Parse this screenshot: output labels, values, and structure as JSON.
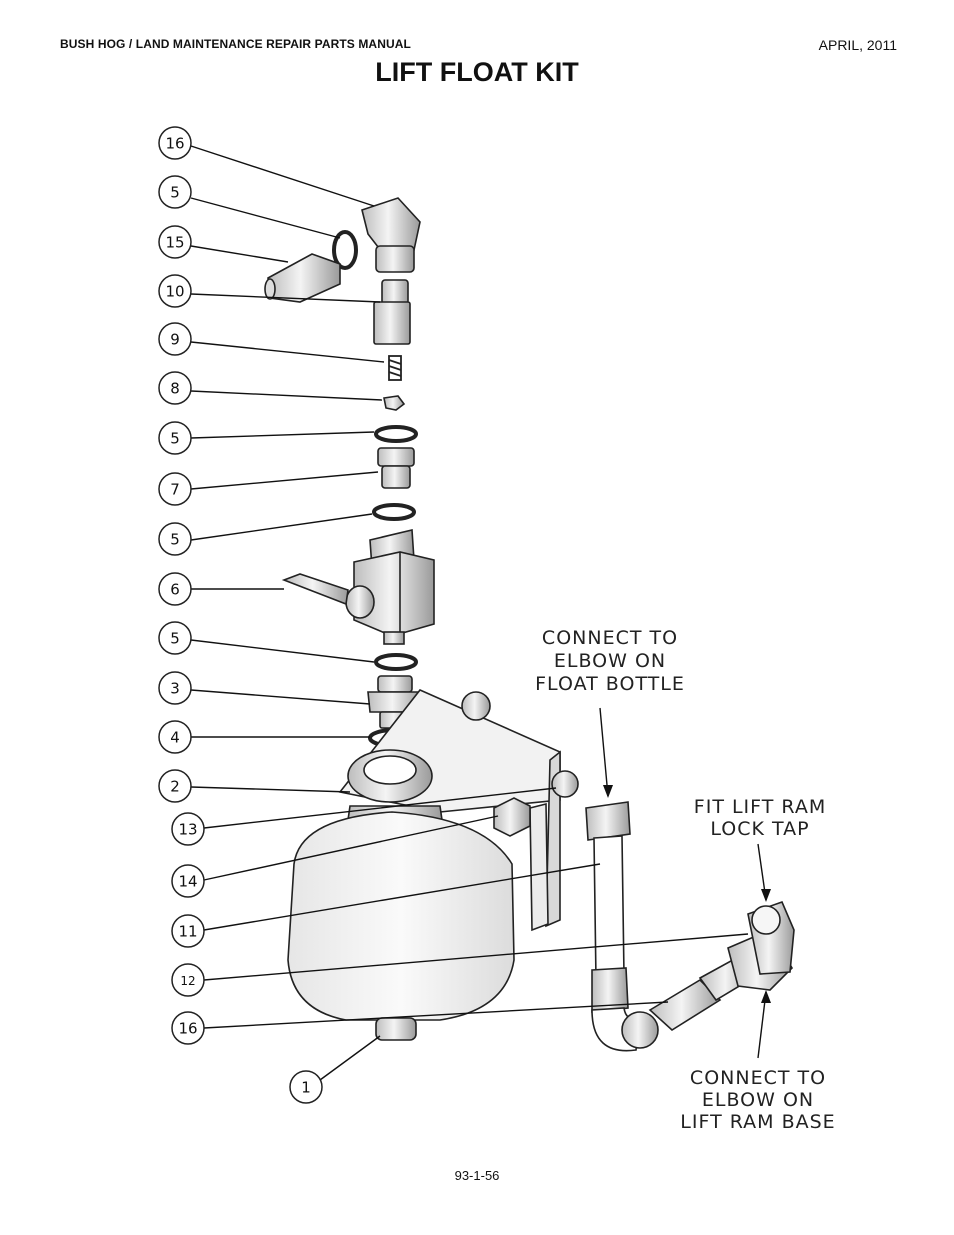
{
  "header": {
    "manual": "BUSH HOG / LAND MAINTENANCE REPAIR PARTS MANUAL",
    "date": "APRIL, 2011",
    "title": "LIFT FLOAT KIT"
  },
  "callouts": [
    "16",
    "5",
    "15",
    "10",
    "9",
    "8",
    "5",
    "7",
    "5",
    "6",
    "5",
    "3",
    "4",
    "2",
    "13",
    "14",
    "11",
    "12",
    "16",
    "1"
  ],
  "notes": {
    "float_bottle": [
      "CONNECT TO",
      "ELBOW ON",
      "FLOAT BOTTLE"
    ],
    "lift_ram_lock_tap": [
      "FIT LIFT RAM",
      "LOCK TAP"
    ],
    "lift_ram_base": [
      "CONNECT TO",
      "ELBOW ON",
      "LIFT RAM BASE"
    ]
  },
  "footer": {
    "page_number": "93-1-56"
  }
}
